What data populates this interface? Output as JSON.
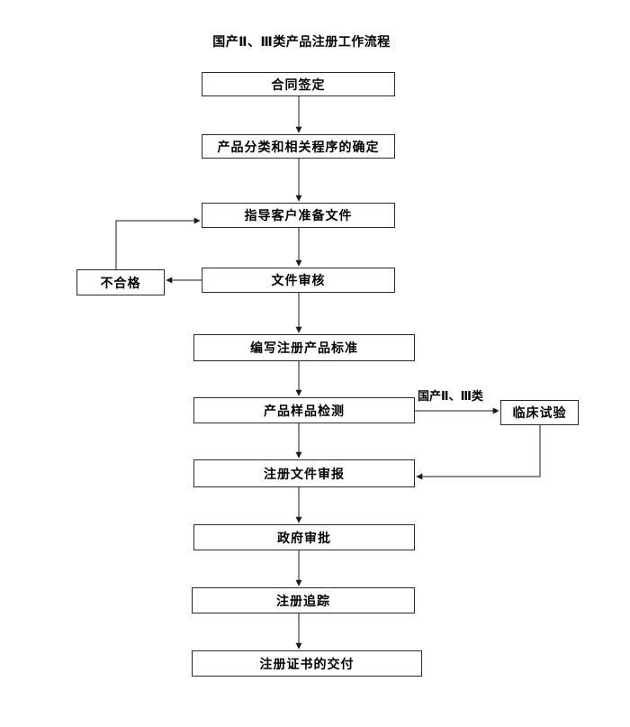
{
  "title": "国产Ⅱ、Ⅲ类产品注册工作流程",
  "flow": {
    "steps": [
      {
        "id": "contract-signing",
        "label": "合同签定"
      },
      {
        "id": "product-classification",
        "label": "产品分类和相关程序的确定"
      },
      {
        "id": "guide-customer-documents",
        "label": "指导客户准备文件"
      },
      {
        "id": "document-review",
        "label": "文件审核"
      },
      {
        "id": "write-product-standard",
        "label": "编写注册产品标准"
      },
      {
        "id": "product-sample-testing",
        "label": "产品样品检测"
      },
      {
        "id": "registration-submission",
        "label": "注册文件审报"
      },
      {
        "id": "government-approval",
        "label": "政府审批"
      },
      {
        "id": "registration-tracking",
        "label": "注册追踪"
      },
      {
        "id": "certificate-delivery",
        "label": "注册证书的交付"
      }
    ],
    "branches": {
      "unqualified": {
        "label": "不合格"
      },
      "clinical_trial": {
        "label": "临床试验"
      }
    },
    "edge_labels": {
      "domestic_class": "国产Ⅱ、Ⅲ类"
    },
    "colors": {
      "background": "#ffffff",
      "box_fill": "#ffffff",
      "box_border": "#2b2b2b",
      "line": "#1a1a1a",
      "text": "#000000"
    }
  }
}
